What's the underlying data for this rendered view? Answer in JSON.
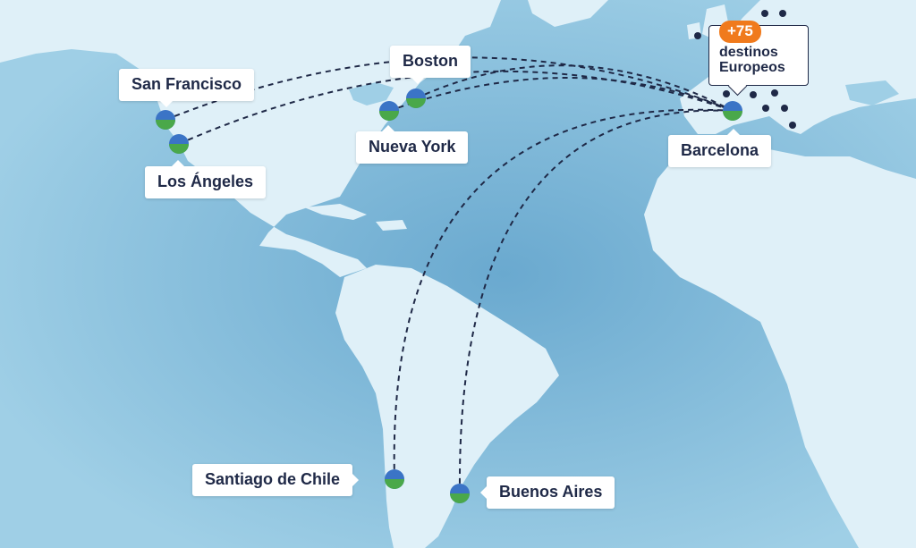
{
  "cities": {
    "san_francisco": "San Francisco",
    "los_angeles": "Los Ángeles",
    "boston": "Boston",
    "nueva_york": "Nueva York",
    "barcelona": "Barcelona",
    "santiago": "Santiago de Chile",
    "buenos_aires": "Buenos Aires"
  },
  "europe_badge": {
    "count": "+75",
    "line1": "destinos",
    "line2": "Europeos"
  },
  "colors": {
    "ocean": "#8ec3de",
    "land": "#dff0f8",
    "route": "#1f2947",
    "marker_top": "#3b74c6",
    "marker_bottom": "#4aa84a",
    "accent": "#f07a1c"
  },
  "icons": {
    "city_marker": "blue-green-circle-marker",
    "europe_destination": "navy-dot"
  }
}
